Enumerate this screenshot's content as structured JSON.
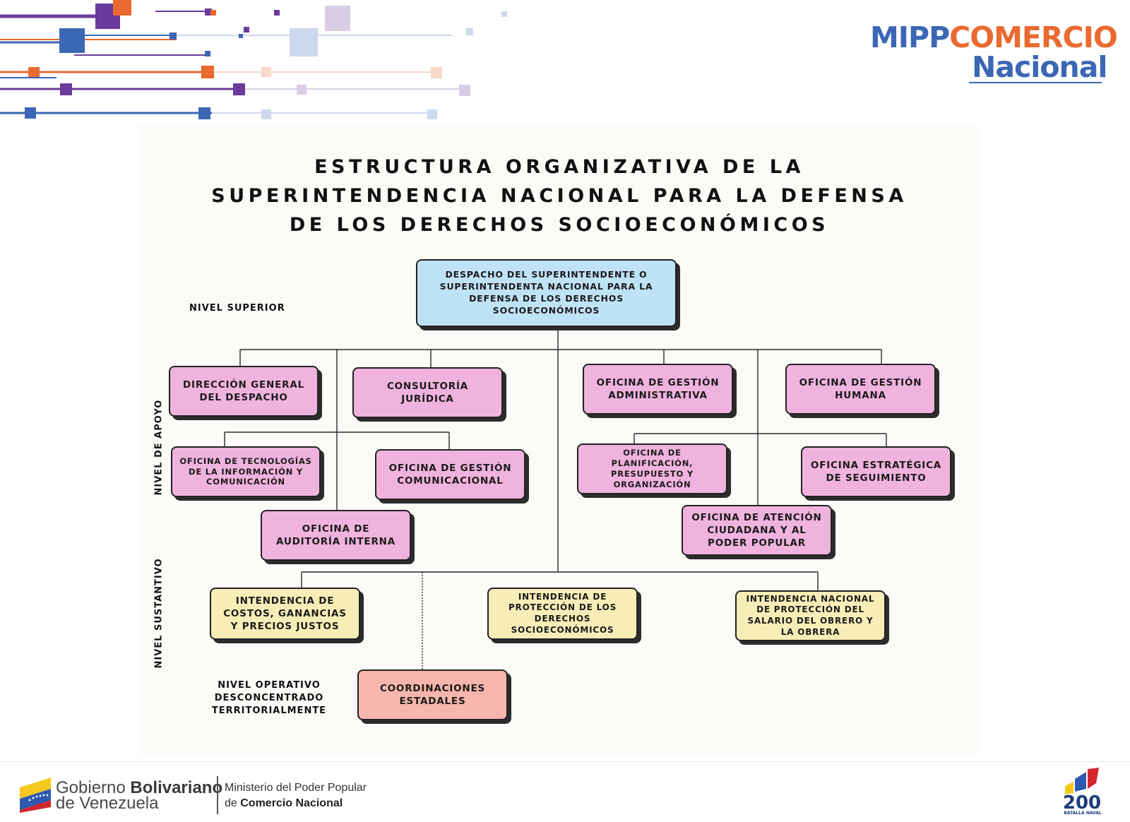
{
  "logo": {
    "mipp": "MIPP",
    "comercio": "COMERCIO",
    "nacional": "Nacional"
  },
  "title": {
    "line1": "ESTRUCTURA ORGANIZATIVA DE LA",
    "line2": "SUPERINTENDENCIA NACIONAL PARA LA DEFENSA",
    "line3": "DE LOS DERECHOS SOCIOECONÓMICOS"
  },
  "levels": {
    "superior": "NIVEL SUPERIOR",
    "apoyo": "NIVEL DE APOYO",
    "sustantivo": "NIVEL SUSTANTIVO",
    "operativo": [
      "NIVEL OPERATIVO",
      "DESCONCENTRADO",
      "TERRITORIALMENTE"
    ]
  },
  "nodes": {
    "despacho": "DESPACHO DEL SUPERINTENDENTE O SUPERINTENDENTA NACIONAL PARA LA DEFENSA DE LOS DERECHOS SOCIOECONÓMICOS",
    "direccion": "DIRECCIÓN GENERAL DEL DESPACHO",
    "consultoria": "CONSULTORÍA JURÍDICA",
    "gestion_admin": "OFICINA DE GESTIÓN ADMINISTRATIVA",
    "gestion_humana": "OFICINA DE GESTIÓN HUMANA",
    "tecnologias": "OFICINA DE TECNOLOGÍAS DE LA INFORMACIÓN Y COMUNICACIÓN",
    "gestion_com": "OFICINA DE GESTIÓN COMUNICACIONAL",
    "planificacion": "OFICINA DE PLANIFICACIÓN, PRESUPUESTO Y ORGANIZACIÓN",
    "estrategica": "OFICINA ESTRATÉGICA DE SEGUIMIENTO",
    "auditoria": "OFICINA DE AUDITORÍA INTERNA",
    "atencion": "OFICINA DE ATENCIÓN CIUDADANA Y AL PODER POPULAR",
    "costos": "INTENDENCIA DE COSTOS, GANANCIAS Y PRECIOS JUSTOS",
    "proteccion_derechos": "INTENDENCIA DE PROTECCIÓN DE LOS DERECHOS SOCIOECONÓMICOS",
    "proteccion_salario": "INTENDENCIA NACIONAL DE PROTECCIÓN DEL SALARIO DEL OBRERO Y LA OBRERA",
    "coordinaciones": "COORDINACIONES ESTADALES"
  },
  "colors": {
    "superior": "#bfe3f6",
    "apoyo": "#f0b3dd",
    "sustantivo": "#f8edb7",
    "operativo": "#f6b6ab",
    "brand_blue": "#3b67b5",
    "brand_orange": "#ea6a30",
    "brand_purple": "#6a3b9c"
  },
  "footer": {
    "gobierno": "Gobierno",
    "bolivariano": "Bolivariano",
    "venezuela": "de Venezuela",
    "ministerio_line1": "Ministerio del Poder Popular",
    "ministerio_de": "de",
    "ministerio_bold": "Comercio Nacional",
    "badge_200": "200",
    "badge_text": "BATALLA NAVAL"
  }
}
